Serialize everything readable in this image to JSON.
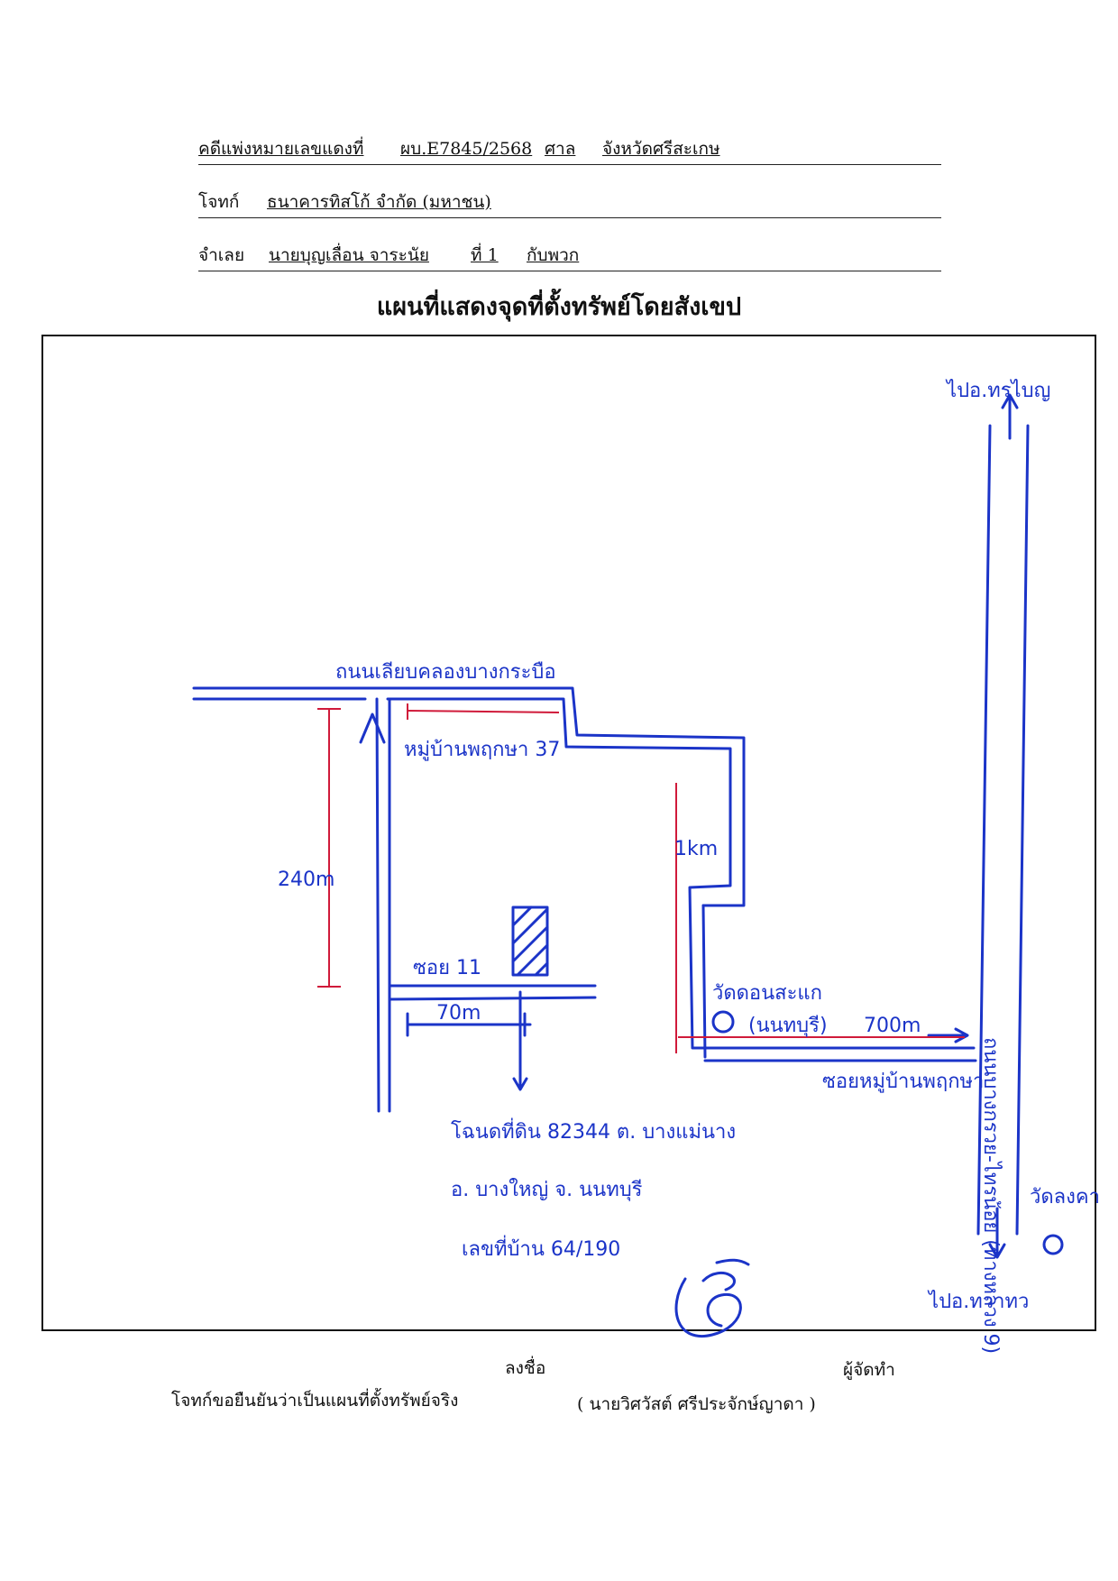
{
  "header": {
    "case_label": "คดีแพ่งหมายเลขแดงที่",
    "case_no": "ผบ.E7845/2568",
    "court_label": "ศาล",
    "court_name": "จังหวัดศรีสะเกษ",
    "plaintiff_label": "โจทก์",
    "plaintiff_name": "ธนาคารทิสโก้ จำกัด (มหาชน)",
    "defendant_label": "จำเลย",
    "defendant_name": "นายบุญเลื่อน จาระนัย",
    "defendant_no": "ที่ 1",
    "defendant_suffix": "กับพวก"
  },
  "title": "แผนที่แสดงจุดที่ตั้งทรัพย์โดยสังเขป",
  "map": {
    "north_label": "ไปอ.ทรไบญ",
    "south_label": "ไปอ.ทวาทว",
    "main_road": "ถนนบางกรวย-ไทรน้อย (ทางหลวง 9)",
    "canal_road": "ถนนเลียบคลองบางกระบือ",
    "village": "หมู่บ้านพฤกษา 37",
    "distance_vertical": "240m",
    "distance_road": "1km",
    "soi": "ซอย 11",
    "distance_soi": "70m",
    "temple": "วัดดอนสะแก",
    "temple_province": "(นนทบุรี)",
    "distance_temple": "700m",
    "soi_entrance": "ซอยหมู่บ้านพฤกษา",
    "temple_right": "วัดลงคา",
    "deed_line1": "โฉนดที่ดิน 82344 ต. บางแม่นาง",
    "deed_line2": "อ. บางใหญ่ จ. นนทบุรี",
    "deed_line3": "เลขที่บ้าน 64/190"
  },
  "footer": {
    "sign_label": "ลงชื่อ",
    "preparer_label": "ผู้จัดทำ",
    "confirm_text": "โจทก์ขอยืนยันว่าเป็นแผนที่ตั้งทรัพย์จริง",
    "preparer_name": "( นายวิศวัสต์ ศรีประจักษ์ญาดา )"
  },
  "colors": {
    "ink_blue": "#1b34c8",
    "ink_red": "#d01a3a"
  }
}
